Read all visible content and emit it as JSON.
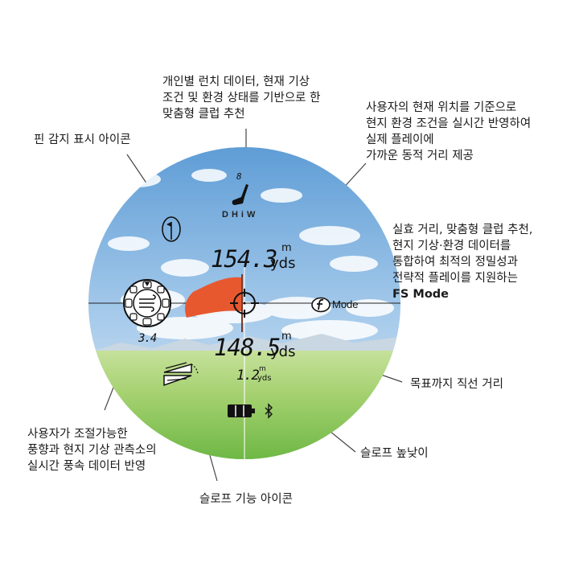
{
  "callouts": {
    "club": [
      "개인별 런치 데이터, 현재 기상",
      "조건 및 환경 상태를 기반으로 한",
      "맞춤형 클럽 추천"
    ],
    "pin": [
      "핀 감지 표시 아이콘"
    ],
    "dynamic": [
      "사용자의 현재 위치를 기준으로",
      "현지 환경 조건을 실시간 반영하여",
      "실제 플레이에",
      "가까운 동적 거리 제공"
    ],
    "fsmode": [
      "실효 거리, 맞춤형 클럽 추천,",
      "현지 기상·환경 데이터를",
      "통합하여 최적의 정밀성과",
      "전략적 플레이를 지원하는"
    ],
    "fsmode_bold": "FS Mode",
    "straight": [
      "목표까지 직선 거리"
    ],
    "wind": [
      "사용자가 조절가능한",
      "풍향과 현지 기상 관측소의",
      "실시간 풍속 데이터 반영"
    ],
    "slope": [
      "슬로프 높낮이"
    ],
    "slopeicon": [
      "슬로프 기능 아이콘"
    ]
  },
  "display": {
    "club_number": "8",
    "brand": "DHiW",
    "distance_dynamic": "154.3",
    "distance_straight": "148.5",
    "unit_m": "m",
    "unit_yds": "yds",
    "wind_speed": "3.4",
    "slope_value": "1.2",
    "mode_label": "Mode"
  },
  "colors": {
    "sky_top": "#5f9dd6",
    "sky_bottom": "#cfe3f3",
    "grass_top": "#a9d27a",
    "grass_bottom": "#74b848",
    "flag": "#e8582f",
    "lcd": "#111111"
  },
  "icons": [
    "iron-club-icon",
    "pin-flag-icon",
    "wind-dial-icon",
    "crosshair-icon",
    "fs-mode-icon",
    "slope-icon",
    "battery-icon",
    "bluetooth-icon"
  ]
}
